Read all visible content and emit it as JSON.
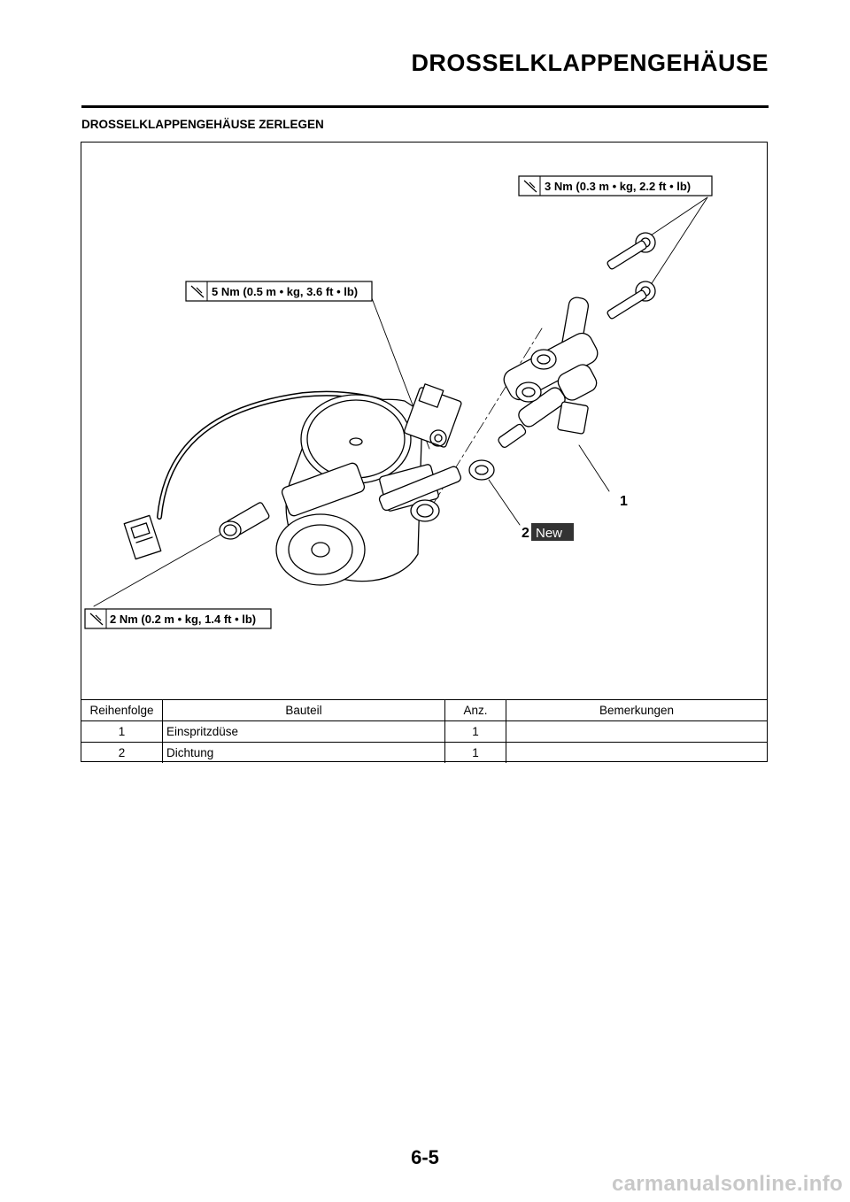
{
  "header": {
    "title": "DROSSELKLAPPENGEHÄUSE"
  },
  "section": {
    "title": "DROSSELKLAPPENGEHÄUSE ZERLEGEN"
  },
  "torque": {
    "t1": "3 Nm (0.3 m • kg, 2.2 ft • lb)",
    "t2": "5 Nm (0.5 m • kg, 3.6 ft • lb)",
    "t3": "2 Nm (0.2 m • kg, 1.4 ft • lb)"
  },
  "callouts": {
    "c1": "1",
    "c2": "2",
    "new_badge": "New"
  },
  "table": {
    "headers": [
      "Reihenfolge",
      "Bauteil",
      "Anz.",
      "Bemerkungen"
    ],
    "rows": [
      {
        "seq": "1",
        "part": "Einspritzdüse",
        "qty": "1",
        "remark": ""
      },
      {
        "seq": "2",
        "part": "Dichtung",
        "qty": "1",
        "remark": ""
      }
    ]
  },
  "footer": {
    "page_number": "6-5"
  },
  "watermark": "carmanualsonline.info"
}
